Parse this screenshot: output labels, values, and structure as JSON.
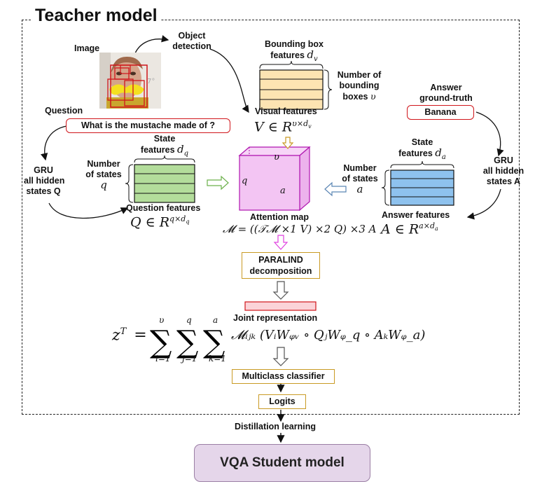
{
  "teacher": {
    "title": "Teacher model"
  },
  "image": {
    "label": "Image",
    "right_text": "7°"
  },
  "object_detection": {
    "label_l1": "Object",
    "label_l2": "detection"
  },
  "question": {
    "label": "Question",
    "text": "What is the mustache made of ?"
  },
  "gru_q": {
    "l1": "GRU",
    "l2": "all hidden",
    "l3": "states Q"
  },
  "bbox": {
    "l1": "Bounding box",
    "l2": "features",
    "sym": "d",
    "sub": "v"
  },
  "num_bboxes": {
    "l1": "Number of",
    "l2": "bounding",
    "l3": "boxes",
    "sym": "υ"
  },
  "visual": {
    "label": "Visual features",
    "formula_main": "V ∈ R",
    "formula_sup": "υ×d",
    "formula_supsub": "v"
  },
  "answer": {
    "l1": "Answer",
    "l2": "ground-truth",
    "value": "Banana"
  },
  "gru_a": {
    "l1": "GRU",
    "l2": "all hidden",
    "l3": "states A"
  },
  "state_q": {
    "l1": "State",
    "l2": "features",
    "sym": "d",
    "sub": "q"
  },
  "num_states_q": {
    "l1": "Number",
    "l2": "of states",
    "sym": "q"
  },
  "question_features": {
    "label": "Question features",
    "formula_main": "Q ∈ R",
    "formula_sup": "q×d",
    "formula_supsub": "q"
  },
  "cube": {
    "top": "υ",
    "side": "q",
    "front": "a",
    "label": "Attention map"
  },
  "state_a": {
    "l1": "State",
    "l2": "features",
    "sym": "d",
    "sub": "a"
  },
  "num_states_a": {
    "l1": "Number",
    "l2": "of states",
    "sym": "a"
  },
  "answer_features": {
    "label": "Answer features",
    "formula_main": "A ∈ R",
    "formula_sup": "a×d",
    "formula_supsub": "a"
  },
  "attention_formula": "𝓜 = ((𝒯𝓜 ×1 V) ×2 Q) ×3 A",
  "paralind": {
    "l1": "PARALIND",
    "l2": "decomposition"
  },
  "joint": {
    "label": "Joint representation"
  },
  "joint_formula": {
    "lhs": "z",
    "lhs_sup": "T",
    "eq": "=",
    "sum1_top": "υ",
    "sum1_bot": "i=1",
    "sum2_top": "q",
    "sum2_bot": "j=1",
    "sum3_top": "a",
    "sum3_bot": "k=1",
    "body": "𝓜ᵢⱼₖ (VᵢWᵩᵥ ∘ QⱼWᵩ_q ∘ AₖWᵩ_a)"
  },
  "classifier": {
    "label": "Multiclass classifier"
  },
  "logits": {
    "label": "Logits"
  },
  "distillation": {
    "label": "Distillation learning"
  },
  "student": {
    "label": "VQA Student model"
  },
  "colors": {
    "visual": "#fde4b2",
    "question": "#b3dd9b",
    "answer": "#8ec2ee",
    "cube": "#f3c5f3",
    "red": "#d0161b",
    "orange": "#c99a24",
    "student": "#e5d6ea",
    "joint": "#fbd3d8"
  }
}
